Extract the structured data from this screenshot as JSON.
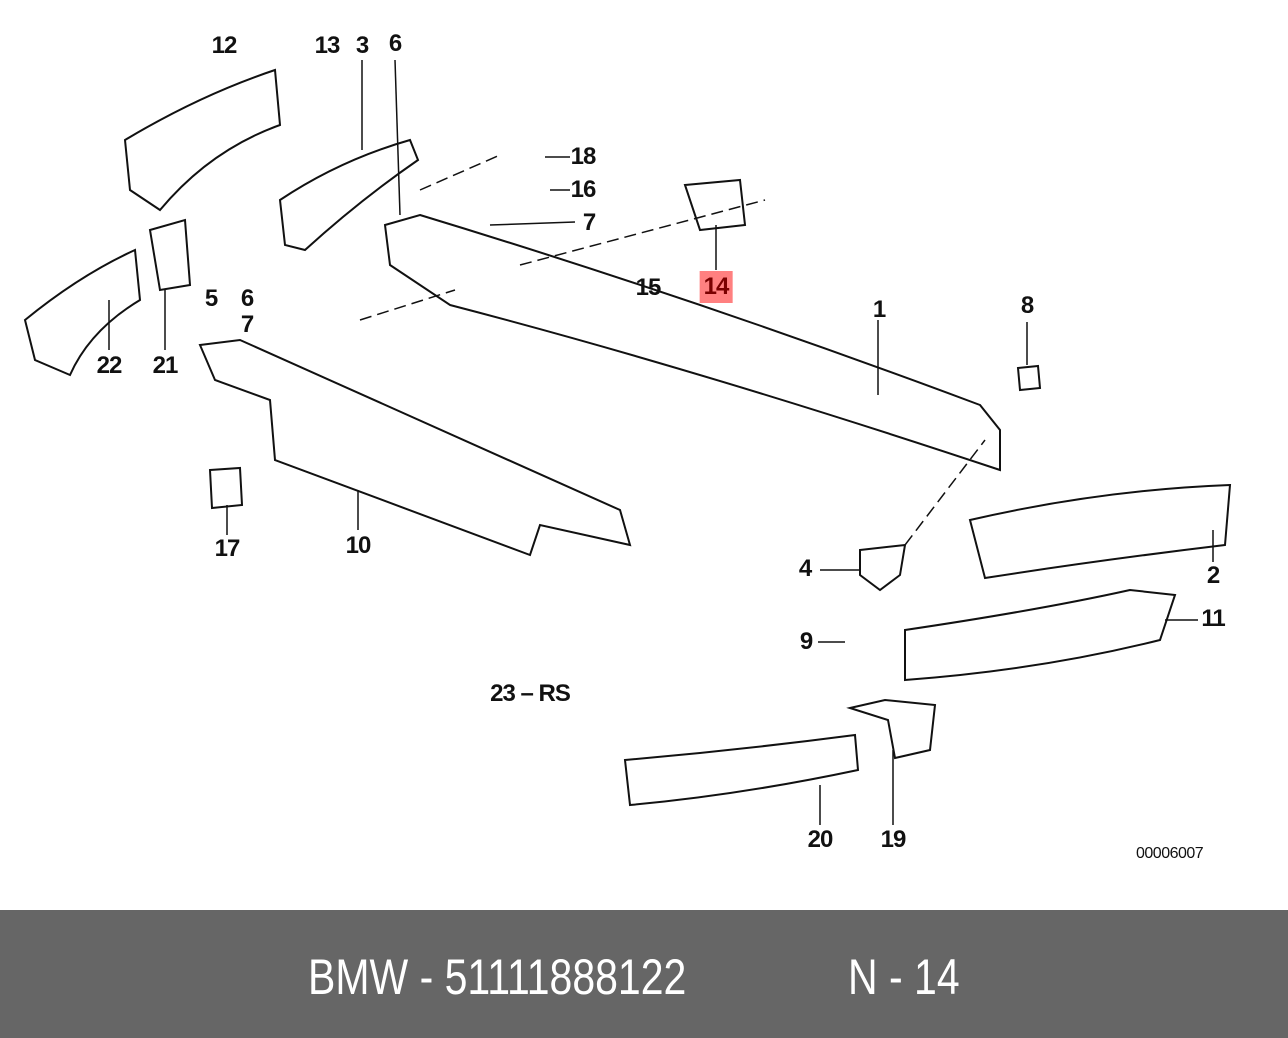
{
  "diagram": {
    "labels": {
      "p12": "12",
      "p13": "13",
      "p3": "3",
      "p6a": "6",
      "p18": "18",
      "p16": "16",
      "p7a": "7",
      "p15": "15",
      "p14": "14",
      "p1": "1",
      "p8": "8",
      "p5": "5",
      "p6b": "6",
      "p7b": "7",
      "p22": "22",
      "p21": "21",
      "p17": "17",
      "p10": "10",
      "p4": "4",
      "p2": "2",
      "p11": "11",
      "p9": "9",
      "p23": "23 – RS",
      "p20": "20",
      "p19": "19"
    },
    "image_code": "00006007",
    "highlight_color": "#ff8080"
  },
  "footer": {
    "part": "BMW - 51111888122",
    "position": "N - 14"
  }
}
